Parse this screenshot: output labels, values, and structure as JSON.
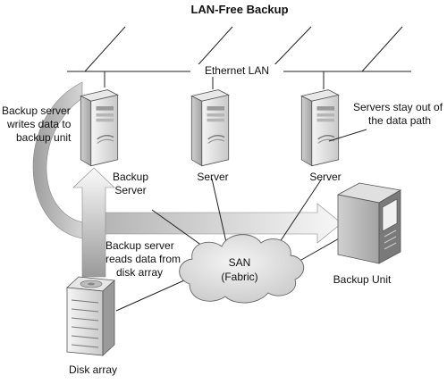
{
  "title": "LAN-Free Backup",
  "network": {
    "lan_label": "Ethernet LAN",
    "san_label_line1": "SAN",
    "san_label_line2": "(Fabric)"
  },
  "nodes": {
    "backup_server_line1": "Backup",
    "backup_server_line2": "Server",
    "server_middle": "Server",
    "server_right": "Server",
    "backup_unit": "Backup Unit",
    "disk_array": "Disk array"
  },
  "annotations": {
    "writes_line1": "Backup server",
    "writes_line2": "writes data to",
    "writes_line3": "backup unit",
    "reads_line1": "Backup server",
    "reads_line2": "reads data from",
    "reads_line3": "disk array",
    "path_line1": "Servers stay out of",
    "path_line2": "the data path"
  },
  "colors": {
    "line": "#222222",
    "device_light": "#f2f2f2",
    "device_mid": "#cfcfcf",
    "device_dark": "#8c8c8c",
    "arrow_light": "#f7f7f7",
    "arrow_dark": "#b5b5b5"
  }
}
